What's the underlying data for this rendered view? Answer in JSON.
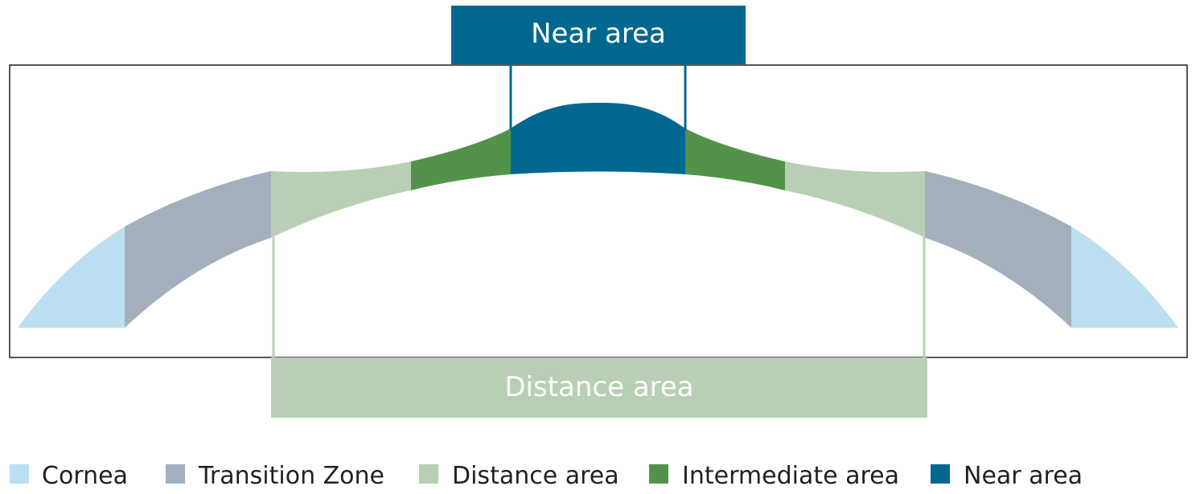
{
  "labels": {
    "near": "Near area",
    "distance": "Distance area"
  },
  "legend": [
    {
      "label": "Cornea",
      "color": "#bcdff2"
    },
    {
      "label": "Transition Zone",
      "color": "#a3afbc"
    },
    {
      "label": "Distance area",
      "color": "#b9cfb5"
    },
    {
      "label": "Intermediate area",
      "color": "#529349"
    },
    {
      "label": "Near area",
      "color": "#006890"
    }
  ]
}
